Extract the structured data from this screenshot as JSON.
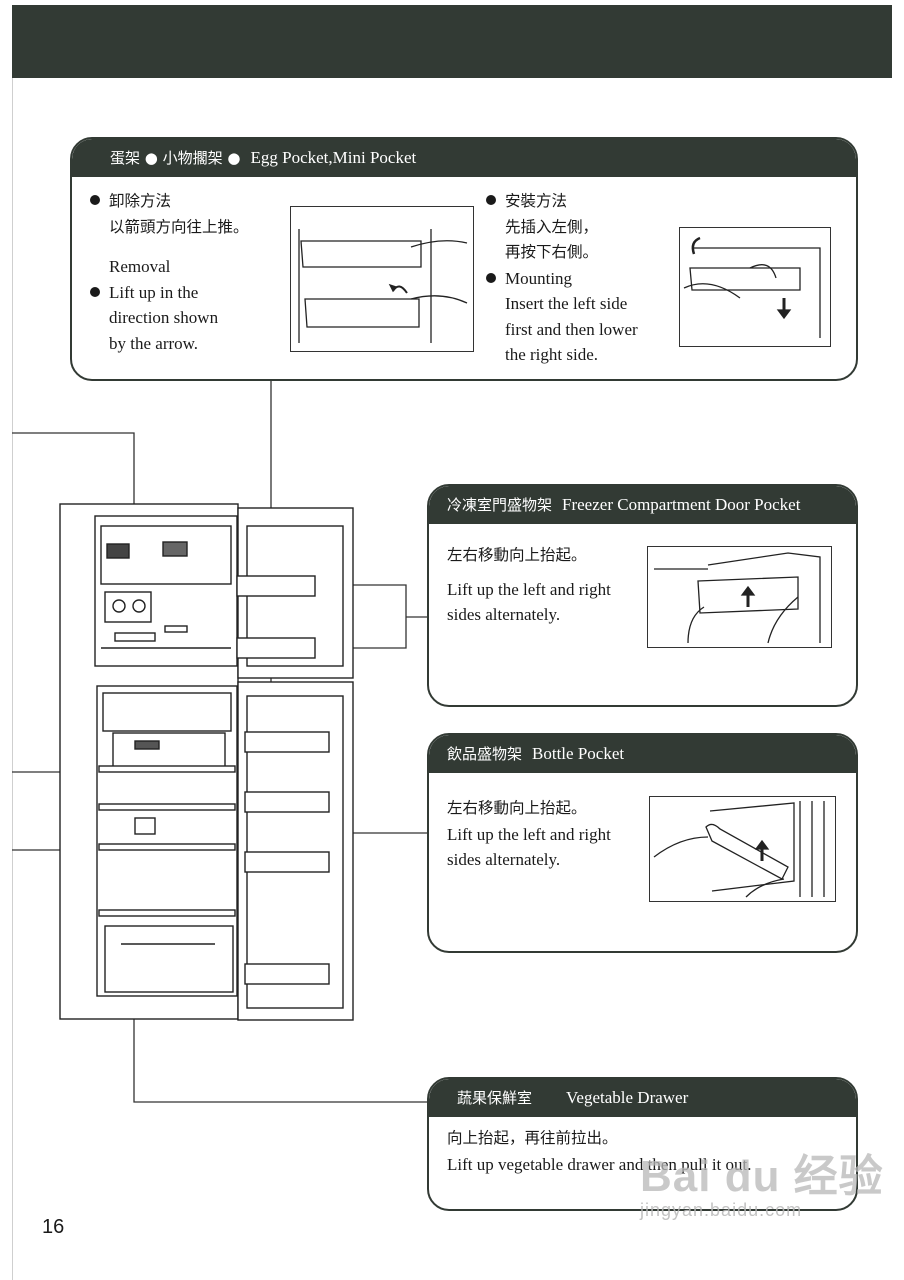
{
  "page_number": "16",
  "egg_card": {
    "title_zh": "蛋架 ● 小物擱架 ●",
    "title_en": "Egg Pocket,Mini Pocket",
    "removal_zh_1": "卸除方法",
    "removal_zh_2": "以箭頭方向往上推。",
    "removal_en_title": "Removal",
    "removal_en_1": "Lift up in the",
    "removal_en_2": "direction shown",
    "removal_en_3": "by the arrow.",
    "mount_zh_1": "安裝方法",
    "mount_zh_2": "先插入左側，",
    "mount_zh_3": "再按下右側。",
    "mount_en_title": "Mounting",
    "mount_en_1": "Insert the left side",
    "mount_en_2": "first and then lower",
    "mount_en_3": "the right side."
  },
  "freezer_card": {
    "title_zh": "冷凍室門盛物架",
    "title_en": "Freezer Compartment Door Pocket",
    "text_zh": "左右移動向上抬起。",
    "text_en_1": "Lift up the left and right",
    "text_en_2": "sides alternately."
  },
  "bottle_card": {
    "title_zh": "飲品盛物架",
    "title_en": "Bottle  Pocket",
    "text_zh": "左右移動向上抬起。",
    "text_en_1": "Lift up the left and right",
    "text_en_2": "sides alternately."
  },
  "veg_card": {
    "title_zh": "蔬果保鮮室",
    "title_en": "Vegetable  Drawer",
    "text_zh": "向上抬起，再往前拉出。",
    "text_en": "Lift up vegetable drawer and then pull it out."
  },
  "watermark": {
    "brand": "Bai du 经验",
    "url": "jingyan.baidu.com"
  }
}
